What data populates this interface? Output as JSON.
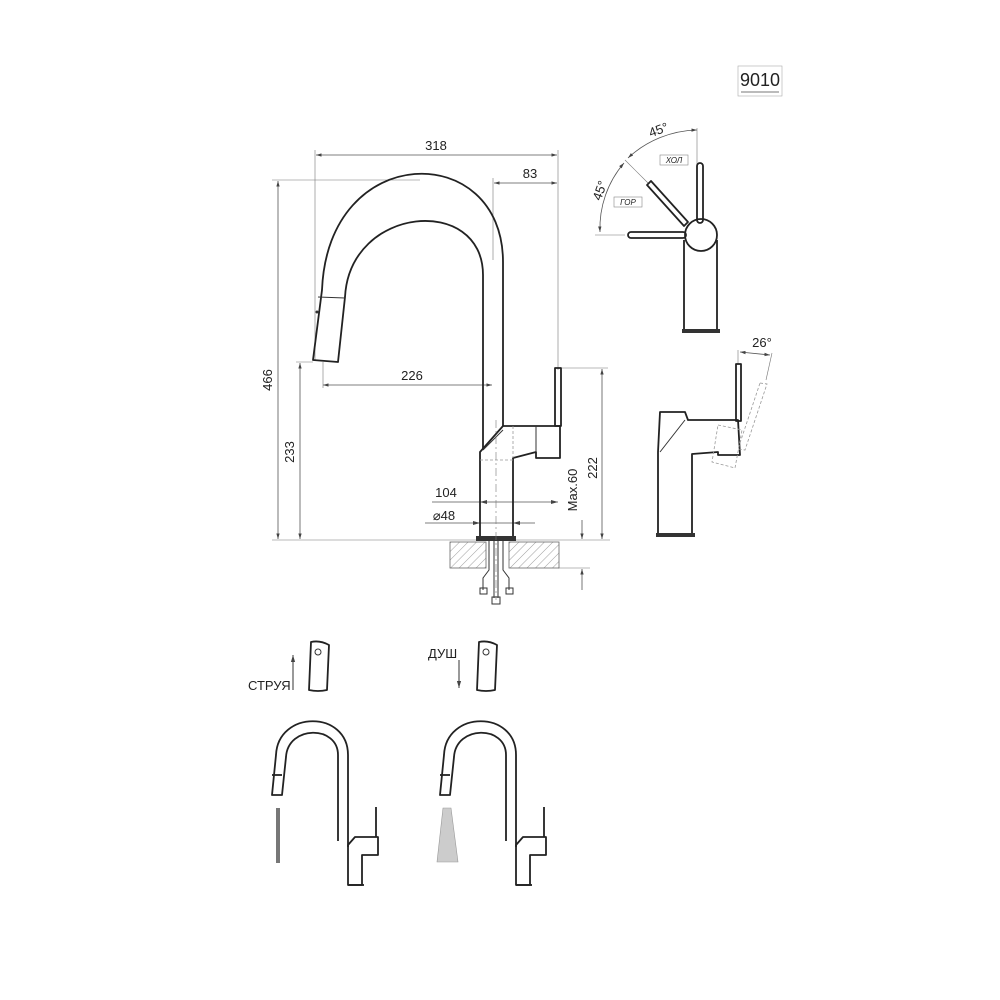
{
  "model": {
    "number": "9010"
  },
  "dimensions": {
    "width_total": "318",
    "handle_offset": "83",
    "height_total": "466",
    "spout_height": "233",
    "spout_reach": "226",
    "body_height": "222",
    "max_counter": "Max.60",
    "base_width": "104",
    "base_diameter": "⌀48"
  },
  "top_view": {
    "angle_cold": "45°",
    "angle_hot": "45°",
    "label_cold": "ХОЛ",
    "label_hot": "ГОР"
  },
  "side_view": {
    "tilt_angle": "26°"
  },
  "modes": {
    "stream_label": "СТРУЯ",
    "shower_label": "ДУШ"
  },
  "colors": {
    "line": "#222222",
    "dimension": "#555555",
    "water": "#999999"
  }
}
